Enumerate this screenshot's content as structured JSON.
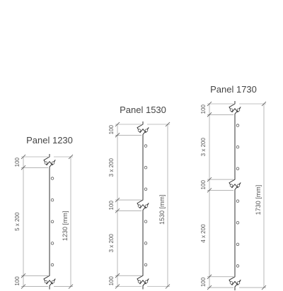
{
  "panels": [
    {
      "title": "Panel 1230",
      "segments": [
        {
          "label": "100",
          "type": "fold"
        },
        {
          "label": "5 x 200",
          "type": "straight",
          "holes": 5
        },
        {
          "label": "100",
          "type": "fold"
        }
      ],
      "total_label": "1230 [mm]"
    },
    {
      "title": "Panel 1530",
      "segments": [
        {
          "label": "100",
          "type": "fold"
        },
        {
          "label": "3 x 200",
          "type": "straight",
          "holes": 3
        },
        {
          "label": "100",
          "type": "fold"
        },
        {
          "label": "3 x 200",
          "type": "straight",
          "holes": 3
        },
        {
          "label": "100",
          "type": "fold"
        }
      ],
      "total_label": "1530 [mm]"
    },
    {
      "title": "Panel 1730",
      "segments": [
        {
          "label": "100",
          "type": "fold"
        },
        {
          "label": "3 x 200",
          "type": "straight",
          "holes": 3
        },
        {
          "label": "100",
          "type": "fold"
        },
        {
          "label": "4 x 200",
          "type": "straight",
          "holes": 4
        },
        {
          "label": "100",
          "type": "fold"
        }
      ],
      "total_label": "1730 [mm]"
    }
  ]
}
